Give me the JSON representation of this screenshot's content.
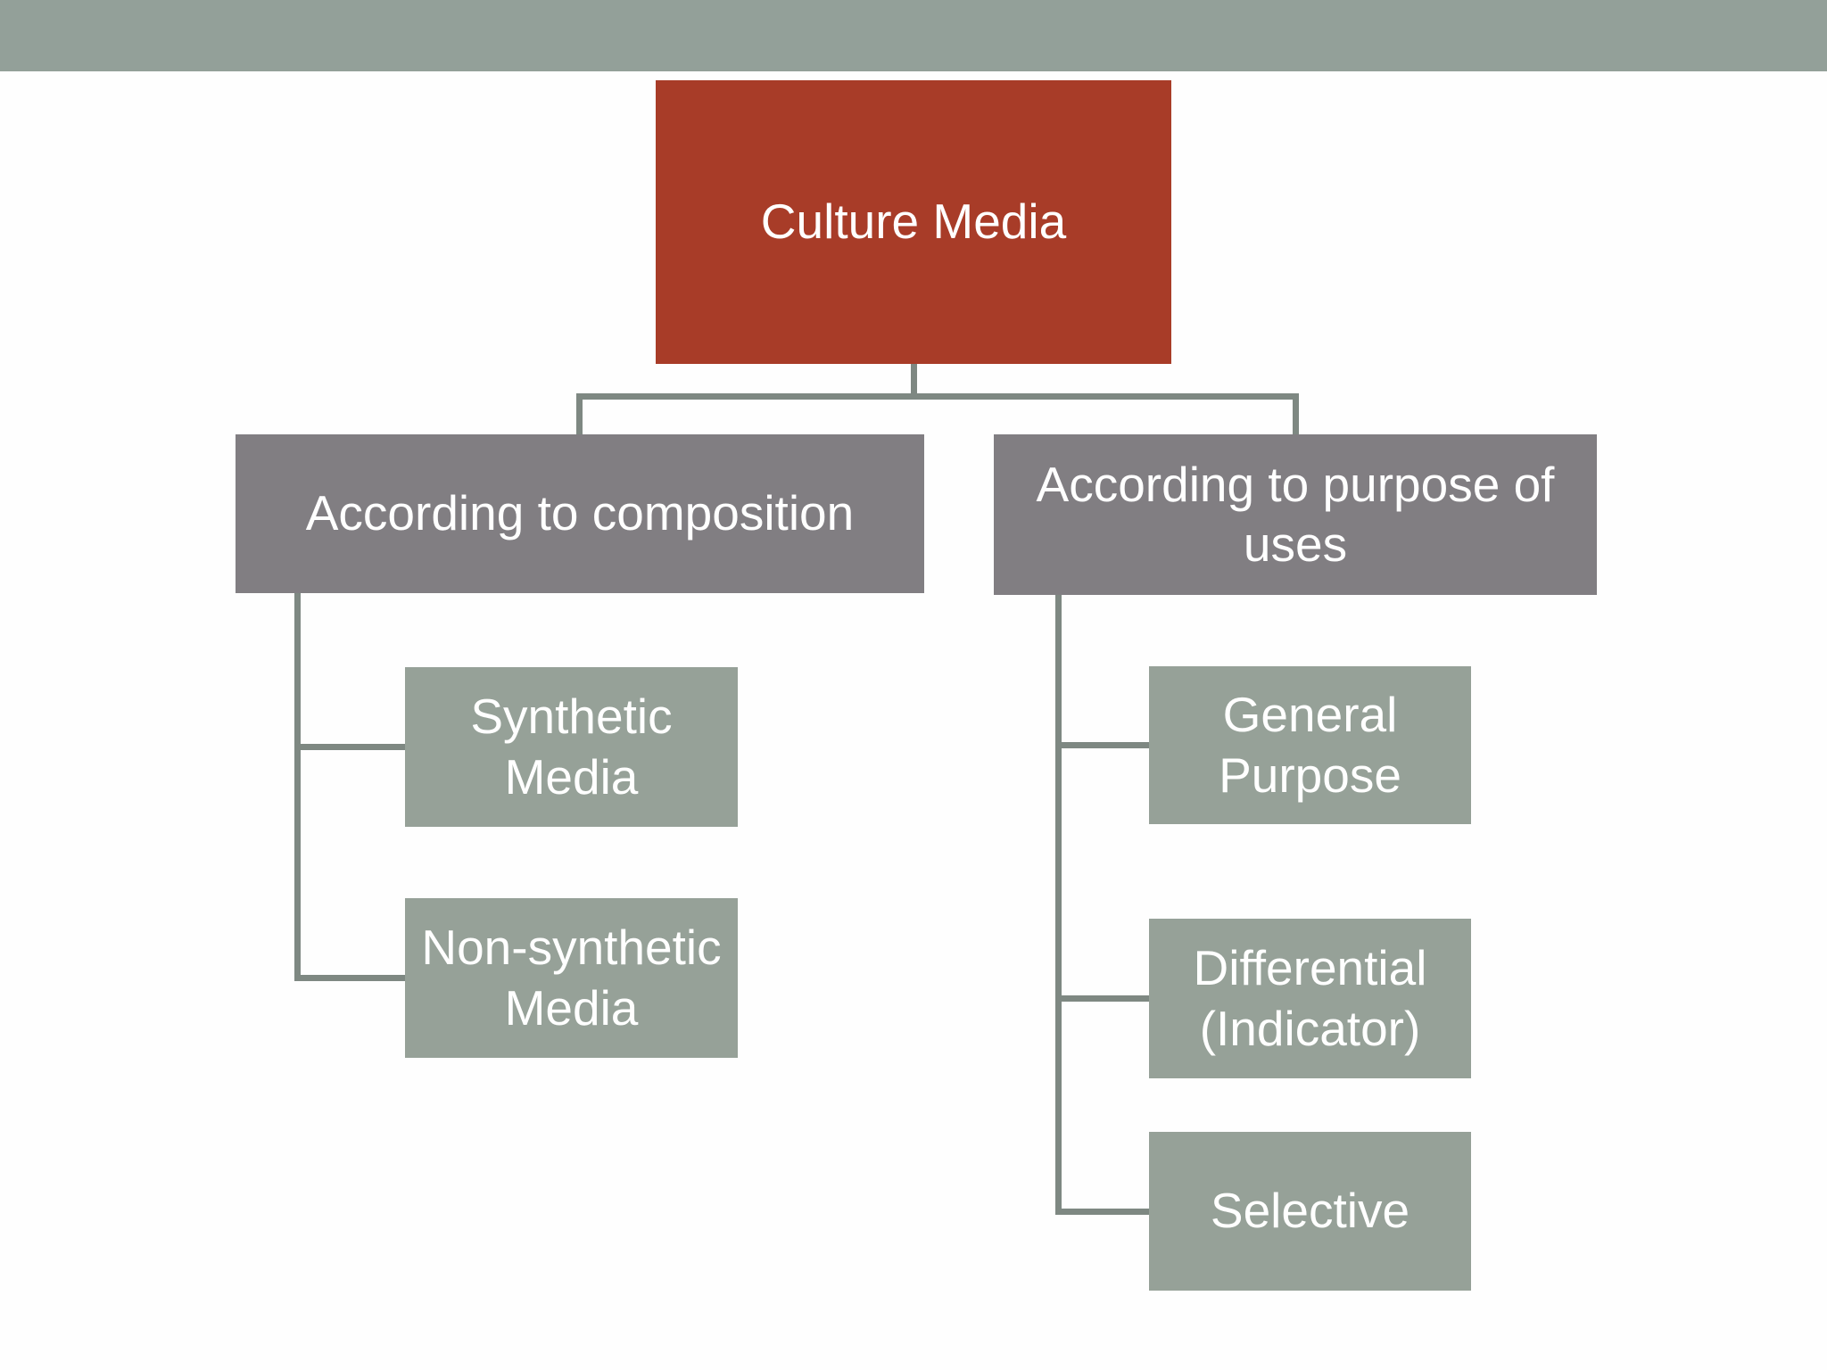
{
  "diagram": {
    "type": "hierarchy-org-chart",
    "root": {
      "label": "Culture Media"
    },
    "branches": [
      {
        "label": "According to composition",
        "children": [
          {
            "label": "Synthetic\nMedia"
          },
          {
            "label": "Non-synthetic\nMedia"
          }
        ]
      },
      {
        "label": "According to purpose of\nuses",
        "children": [
          {
            "label": "General\nPurpose"
          },
          {
            "label": "Differential\n(Indicator)"
          },
          {
            "label": "Selective"
          }
        ]
      }
    ]
  },
  "colors": {
    "bg": "#fefefe",
    "bar": "#93a099",
    "accent": "#a83c28",
    "branch": "#817e82",
    "leaf": "#96a198",
    "connector": "#7e8882",
    "node-text": "#ffffff"
  }
}
